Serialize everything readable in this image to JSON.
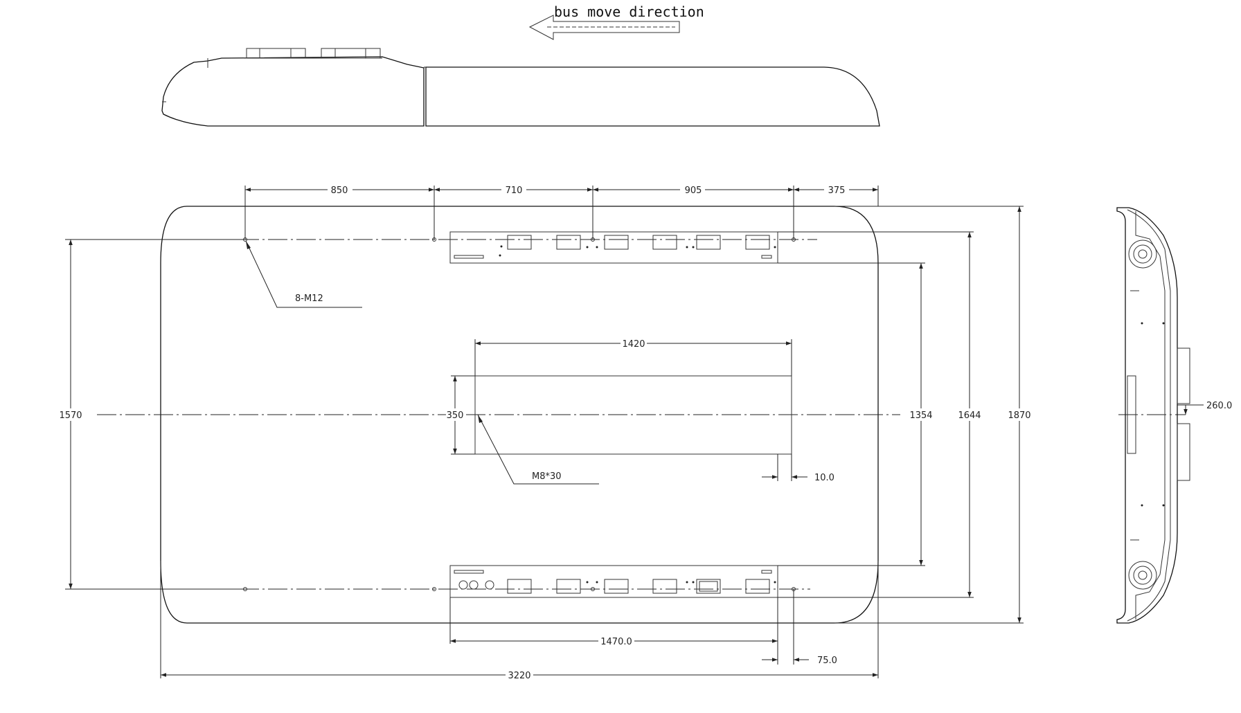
{
  "direction": {
    "label": "bus move direction"
  },
  "dimensions": {
    "d850": "850",
    "d710": "710",
    "d905": "905",
    "d375": "375",
    "d1570": "1570",
    "d350": "350",
    "d1420": "1420",
    "d1354": "1354",
    "d1644": "1644",
    "d1870": "1870",
    "d260": "260.0",
    "d10": "10.0",
    "d1470": "1470.0",
    "d75": "75.0",
    "d3220": "3220"
  },
  "callouts": {
    "bolt_holes": "8-M12",
    "screw": "M8*30"
  },
  "colors": {
    "line": "#111111",
    "background": "#ffffff"
  }
}
